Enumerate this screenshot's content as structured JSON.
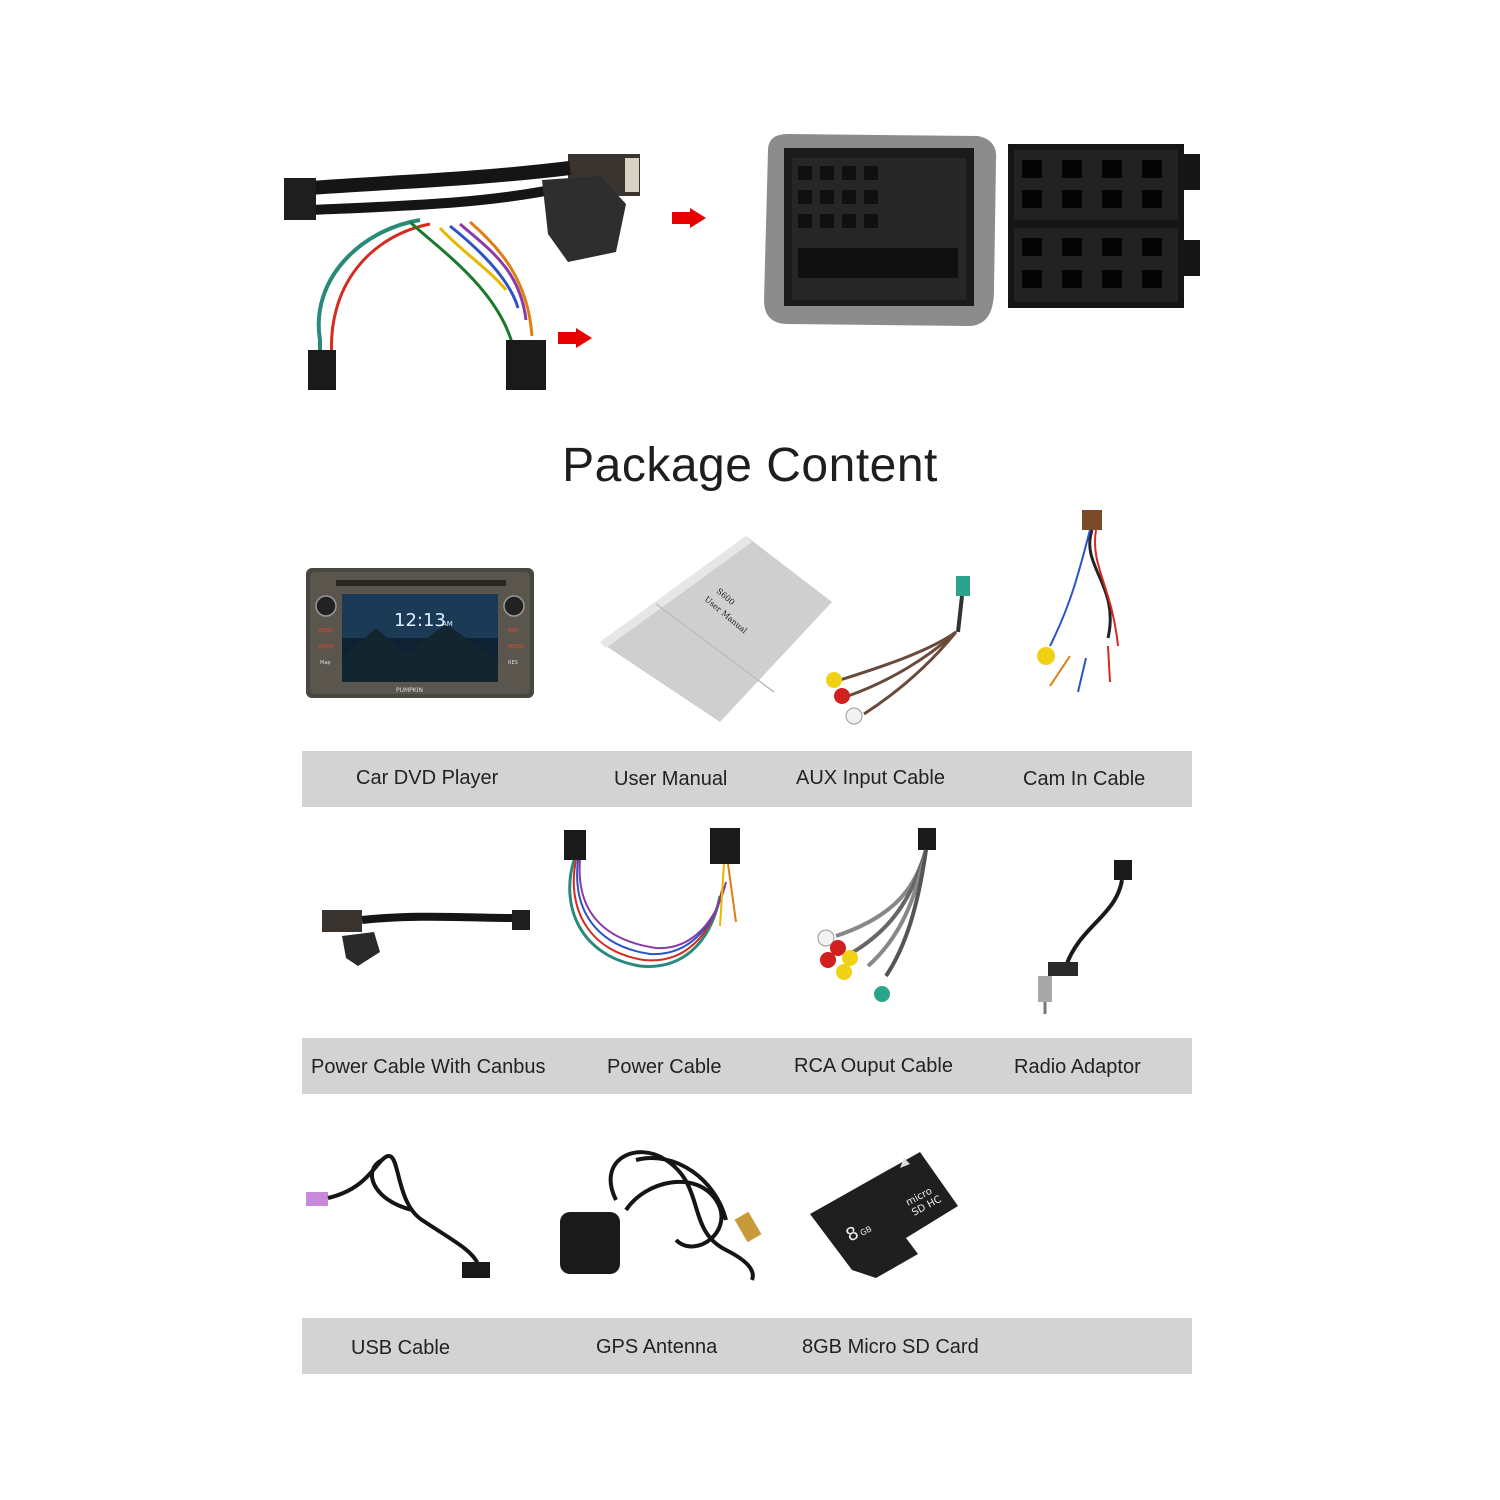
{
  "heading": "Package Content",
  "rows": [
    {
      "labels": [
        "Car DVD Player",
        "User Manual",
        "AUX Input Cable",
        "Cam In Cable"
      ]
    },
    {
      "labels": [
        "Power Cable With Canbus",
        "Power Cable",
        "RCA Ouput Cable",
        "Radio Adaptor"
      ]
    },
    {
      "labels": [
        "USB Cable",
        "GPS Antenna",
        "8GB Micro SD Card"
      ]
    }
  ],
  "dvd_screen": {
    "time": "12:13",
    "am": "AM",
    "buttons": [
      "MENU",
      "NAV",
      "RADIO",
      "MEDIA",
      "Map",
      "RES"
    ],
    "brand": "PUMPKIN"
  },
  "manual_text": [
    "S600",
    "User Manual"
  ],
  "sd_card": {
    "capacity": "8",
    "unit": "GB",
    "logo": "micro",
    "logo2": "SD HC"
  },
  "colors": {
    "label_bar": "#d3d3d3",
    "arrow": "#e60000",
    "foam": "#8a8a8a",
    "connector": "#1f1f1f"
  }
}
